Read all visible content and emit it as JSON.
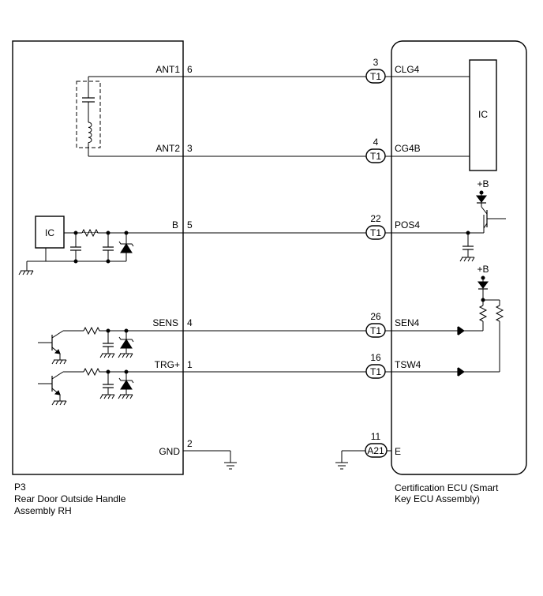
{
  "left_component": {
    "code": "P3",
    "name_line1": "Rear Door Outside Handle",
    "name_line2": "Assembly RH",
    "ic_label": "IC"
  },
  "right_component": {
    "name_line1": "Certification ECU (Smart",
    "name_line2": "Key ECU Assembly)",
    "ic_label": "IC",
    "supply1": "+B",
    "supply2": "+B"
  },
  "wires": [
    {
      "id": "ant1",
      "left_pin": "6",
      "left_name": "ANT1",
      "connector": "T1",
      "right_pin": "3",
      "right_name": "CLG4"
    },
    {
      "id": "ant2",
      "left_pin": "3",
      "left_name": "ANT2",
      "connector": "T1",
      "right_pin": "4",
      "right_name": "CG4B"
    },
    {
      "id": "b",
      "left_pin": "5",
      "left_name": "B",
      "connector": "T1",
      "right_pin": "22",
      "right_name": "POS4"
    },
    {
      "id": "sens",
      "left_pin": "4",
      "left_name": "SENS",
      "connector": "T1",
      "right_pin": "26",
      "right_name": "SEN4"
    },
    {
      "id": "trg",
      "left_pin": "1",
      "left_name": "TRG+",
      "connector": "T1",
      "right_pin": "16",
      "right_name": "TSW4"
    }
  ],
  "ground_left": {
    "pin": "2",
    "name": "GND"
  },
  "ground_right": {
    "connector": "A21",
    "pin": "11",
    "name": "E"
  }
}
